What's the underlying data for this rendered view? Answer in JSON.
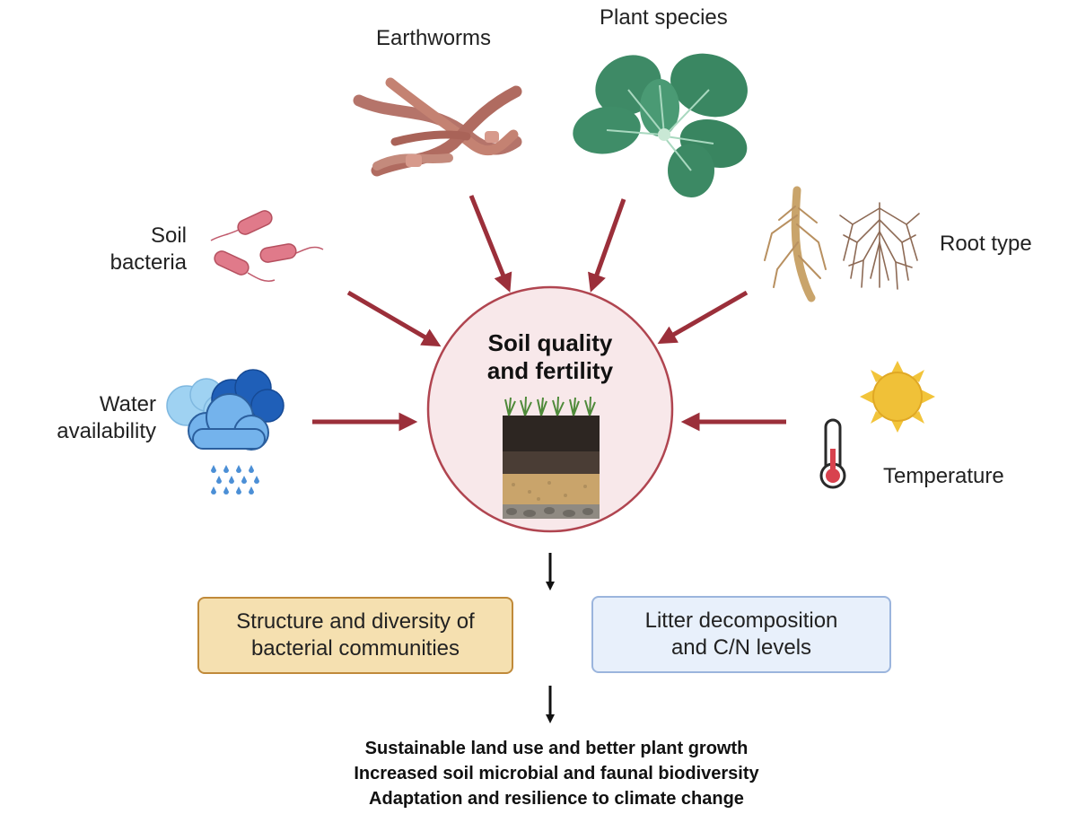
{
  "factors": {
    "earthworms": "Earthworms",
    "plant_species": "Plant species",
    "soil_bacteria_line1": "Soil",
    "soil_bacteria_line2": "bacteria",
    "root_type": "Root type",
    "water_line1": "Water",
    "water_line2": "availability",
    "temperature": "Temperature"
  },
  "center": {
    "line1": "Soil quality",
    "line2": "and fertility"
  },
  "effects": {
    "left_line1": "Structure and diversity of",
    "left_line2": "bacterial communities",
    "right_line1": "Litter decomposition",
    "right_line2": "and C/N levels"
  },
  "outcomes": [
    "Sustainable land use and better plant growth",
    "Increased soil microbial and faunal biodiversity",
    "Adaptation and resilience to climate change"
  ],
  "colors": {
    "arrow": "#9b2f3a",
    "circle_fill": "#f8e8ea",
    "circle_stroke": "#b04550",
    "box_left_fill": "#f5e0b0",
    "box_left_stroke": "#c08a3a",
    "box_right_fill": "#e8f0fb",
    "box_right_stroke": "#9bb5dd"
  },
  "icons": [
    "earthworm-icon",
    "plant-icon",
    "bacteria-icon",
    "root-icon",
    "cloud-rain-icon",
    "sun-icon",
    "thermometer-icon",
    "soil-profile-icon"
  ]
}
